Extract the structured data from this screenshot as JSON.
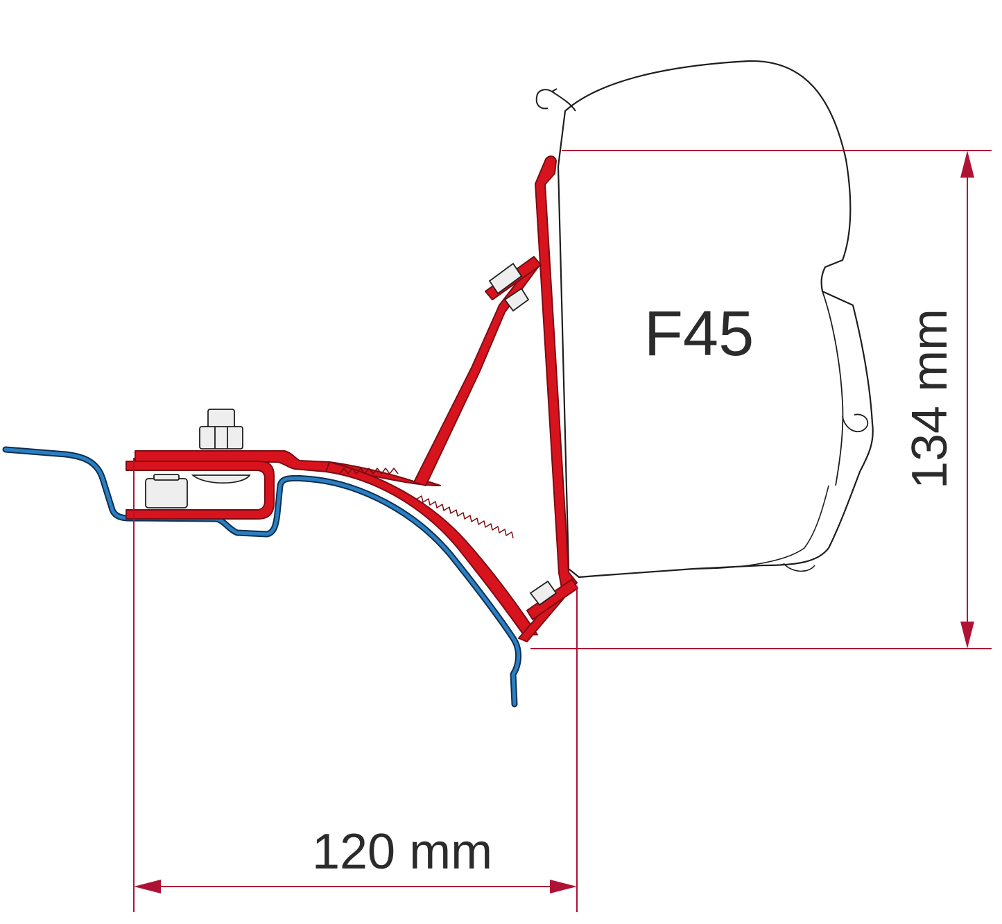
{
  "diagram": {
    "model_label": "F45",
    "width_label": "120 mm",
    "height_label": "134 mm"
  },
  "colors": {
    "bracket_red": "#d7141e",
    "bracket_outline": "#7a0c12",
    "vehicle_blue": "#2b7fc1",
    "dimension_line": "#b01236",
    "awning_outline": "#1e1e1e",
    "text": "#2b2b2b"
  }
}
